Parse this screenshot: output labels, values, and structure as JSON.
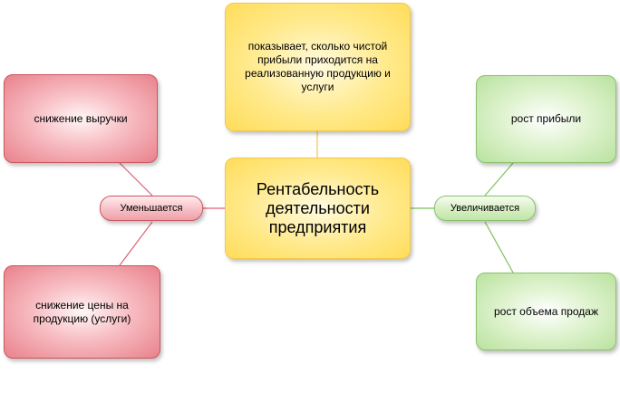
{
  "diagram": {
    "center": {
      "title": "Рентабельность деятельности предприятия"
    },
    "top": {
      "text": "показывает, сколько чистой прибыли приходится на реализованную продукцию и услуги"
    },
    "left": {
      "connector_label": "Уменьшается",
      "items": [
        "снижение выручки",
        "снижение цены на продукцию (услуги)"
      ]
    },
    "right": {
      "connector_label": "Увеличивается",
      "items": [
        "рост прибыли",
        "рост объема продаж"
      ]
    },
    "colors": {
      "center_fill": "#ffe98a",
      "negative_fill": "#f7bcc2",
      "positive_fill": "#dff3cf",
      "negative_line": "#e06070",
      "positive_line": "#7cc25a",
      "neutral_line": "#f2c84a"
    }
  }
}
